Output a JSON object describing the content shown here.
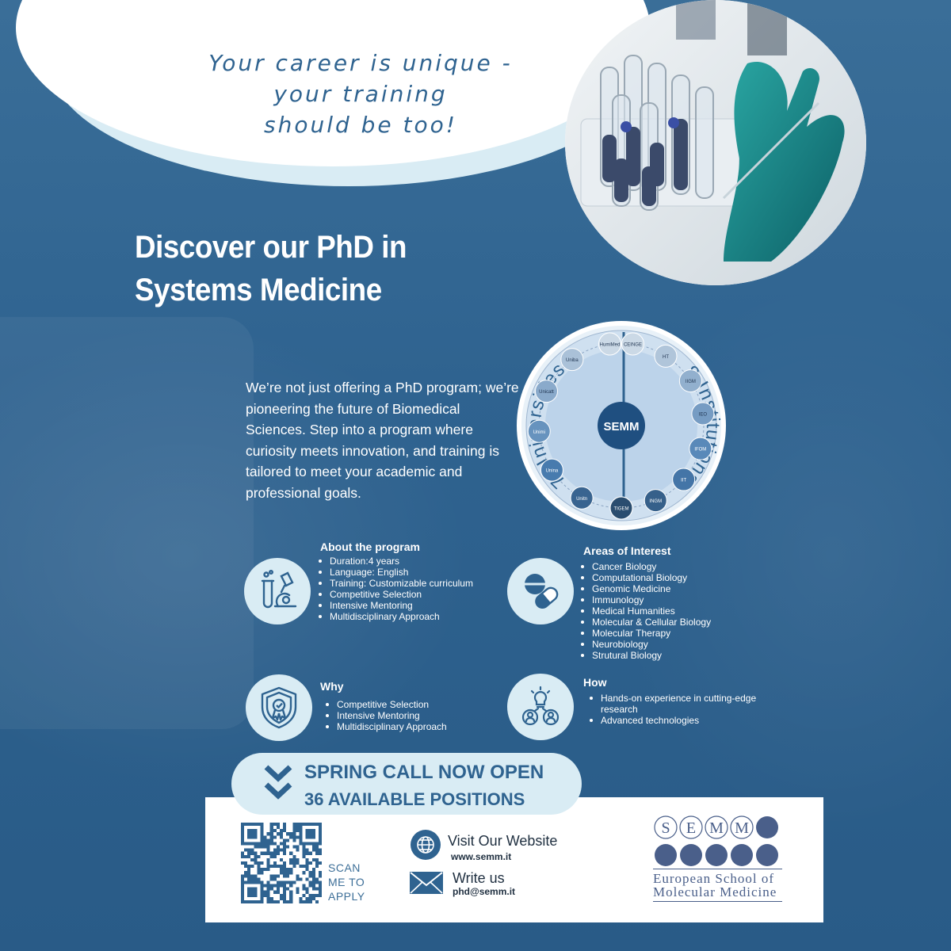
{
  "tagline": [
    "Your career is unique -",
    "your training",
    "should be too!"
  ],
  "headline": [
    "Discover our PhD in",
    "Systems Medicine"
  ],
  "intro": "We’re not just offering a PhD program; we’re pioneering the future of Biomedical Sciences. Step into a program where curiosity meets innovation, and training is tailored to meet your academic and professional goals.",
  "diagram": {
    "center": "SEMM",
    "left_arc": "7 Universities",
    "right_arc": "8 Institutions",
    "universities": [
      "HumiMed",
      "Uniba",
      "Unicatt",
      "Unimi",
      "Unina",
      "Unitn",
      "Unito"
    ],
    "institutions": [
      "CEINGE",
      "HT",
      "IIGM",
      "IEO",
      "IFOM",
      "IIT",
      "INGM",
      "TIGEM"
    ]
  },
  "about": {
    "title": "About the program",
    "items": [
      "Duration:4 years",
      "Language: English",
      "Training: Customizable curriculum",
      "Competitive Selection",
      "Intensive Mentoring",
      "Multidisciplinary Approach"
    ]
  },
  "areas": {
    "title": "Areas of Interest",
    "items": [
      "Cancer Biology",
      "Computational Biology",
      "Genomic Medicine",
      "Immunology",
      "Medical Humanities",
      "Molecular & Cellular Biology",
      "Molecular Therapy",
      "Neurobiology",
      "Strutural Biology"
    ]
  },
  "why": {
    "title": "Why",
    "items": [
      "Competitive Selection",
      "Intensive Mentoring",
      "Multidisciplinary Approach"
    ]
  },
  "how": {
    "title": "How",
    "items": [
      "Hands-on experience in cutting-edge research",
      "Advanced technologies"
    ]
  },
  "cta": {
    "line1": "SPRING CALL NOW OPEN",
    "line2": "36 AVAILABLE POSITIONS"
  },
  "footer": {
    "scan": [
      "SCAN",
      "ME TO",
      "APPLY"
    ],
    "website_label": "Visit Our Website",
    "website_url": "www.semm.it",
    "email_label": "Write us",
    "email": "phd@semm.it",
    "logo_letters": [
      "S",
      "E",
      "M",
      "M"
    ],
    "logo_name": [
      "European School of",
      "Molecular Medicine"
    ]
  },
  "colors": {
    "primary": "#2f6390",
    "light": "#d9ecf4",
    "navy": "#1f4f80",
    "logo": "#4a5f8a"
  },
  "icons": [
    "lab-flask-microscope-icon",
    "pill-capsule-icon",
    "shield-badge-icon",
    "lightbulb-team-icon",
    "chevron-down-icon",
    "globe-icon",
    "envelope-icon",
    "qr-code"
  ]
}
